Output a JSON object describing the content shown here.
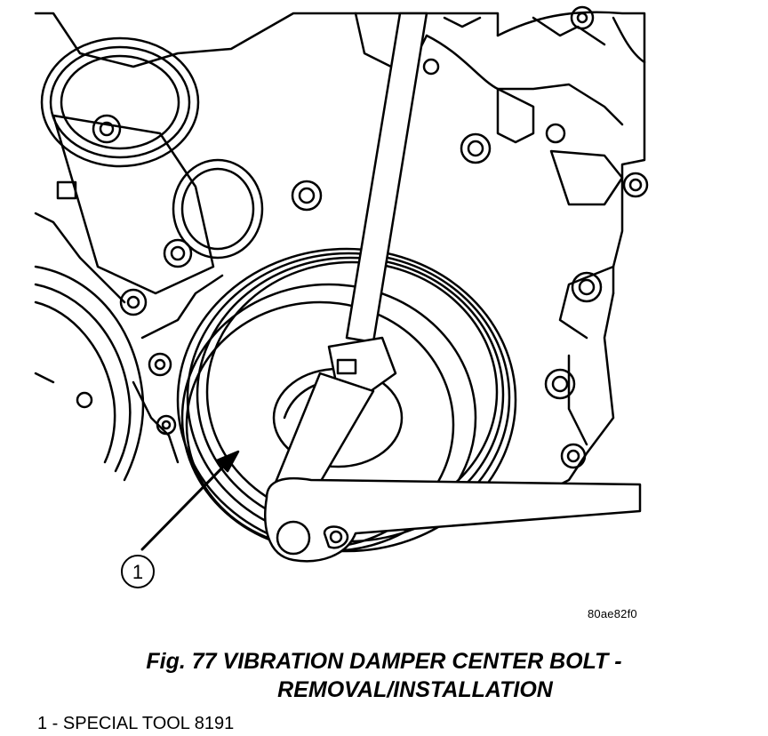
{
  "figure": {
    "callout_number": "1",
    "image_code": "80ae82f0",
    "caption_line1": "Fig. 77 VIBRATION DAMPER CENTER BOLT -",
    "caption_line2": "REMOVAL/INSTALLATION",
    "legend_item": "1 - SPECIAL TOOL 8191"
  }
}
